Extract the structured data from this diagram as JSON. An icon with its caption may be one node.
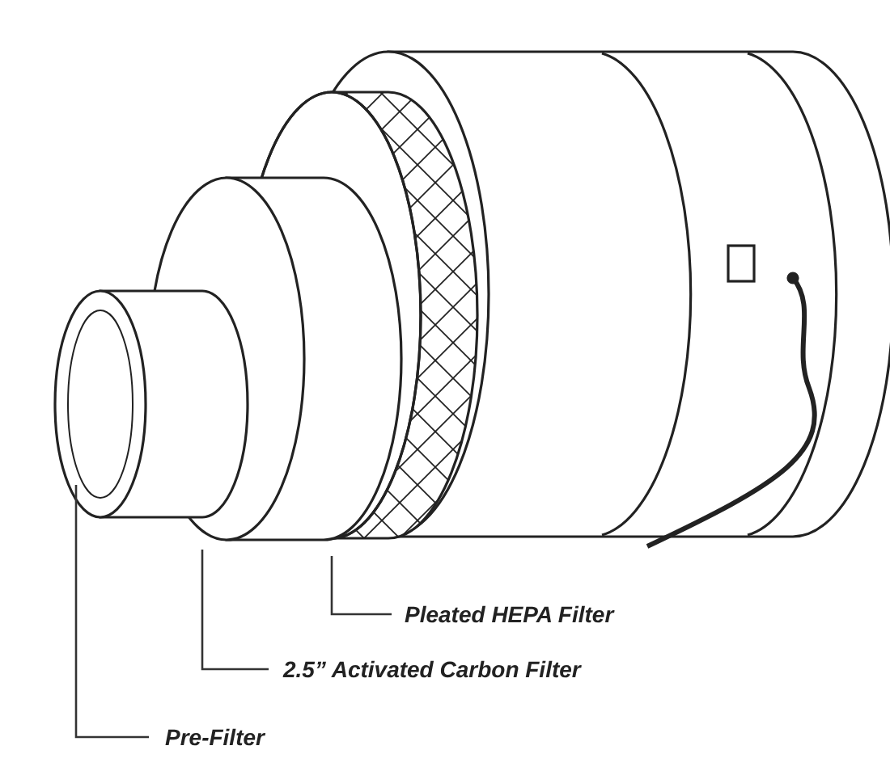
{
  "diagram": {
    "nodes": [
      {
        "text": [
          "Pleated HEPA Filter"
        ]
      },
      {
        "text": [
          "2.5” Activated Carbon Filter"
        ]
      },
      {
        "text": [
          "Pre-Filter"
        ]
      }
    ],
    "edges": [
      {
        "from": 0,
        "to": null,
        "arrow": "none"
      },
      {
        "from": 1,
        "to": null,
        "arrow": "none"
      },
      {
        "from": 2,
        "to": null,
        "arrow": "none"
      }
    ]
  }
}
